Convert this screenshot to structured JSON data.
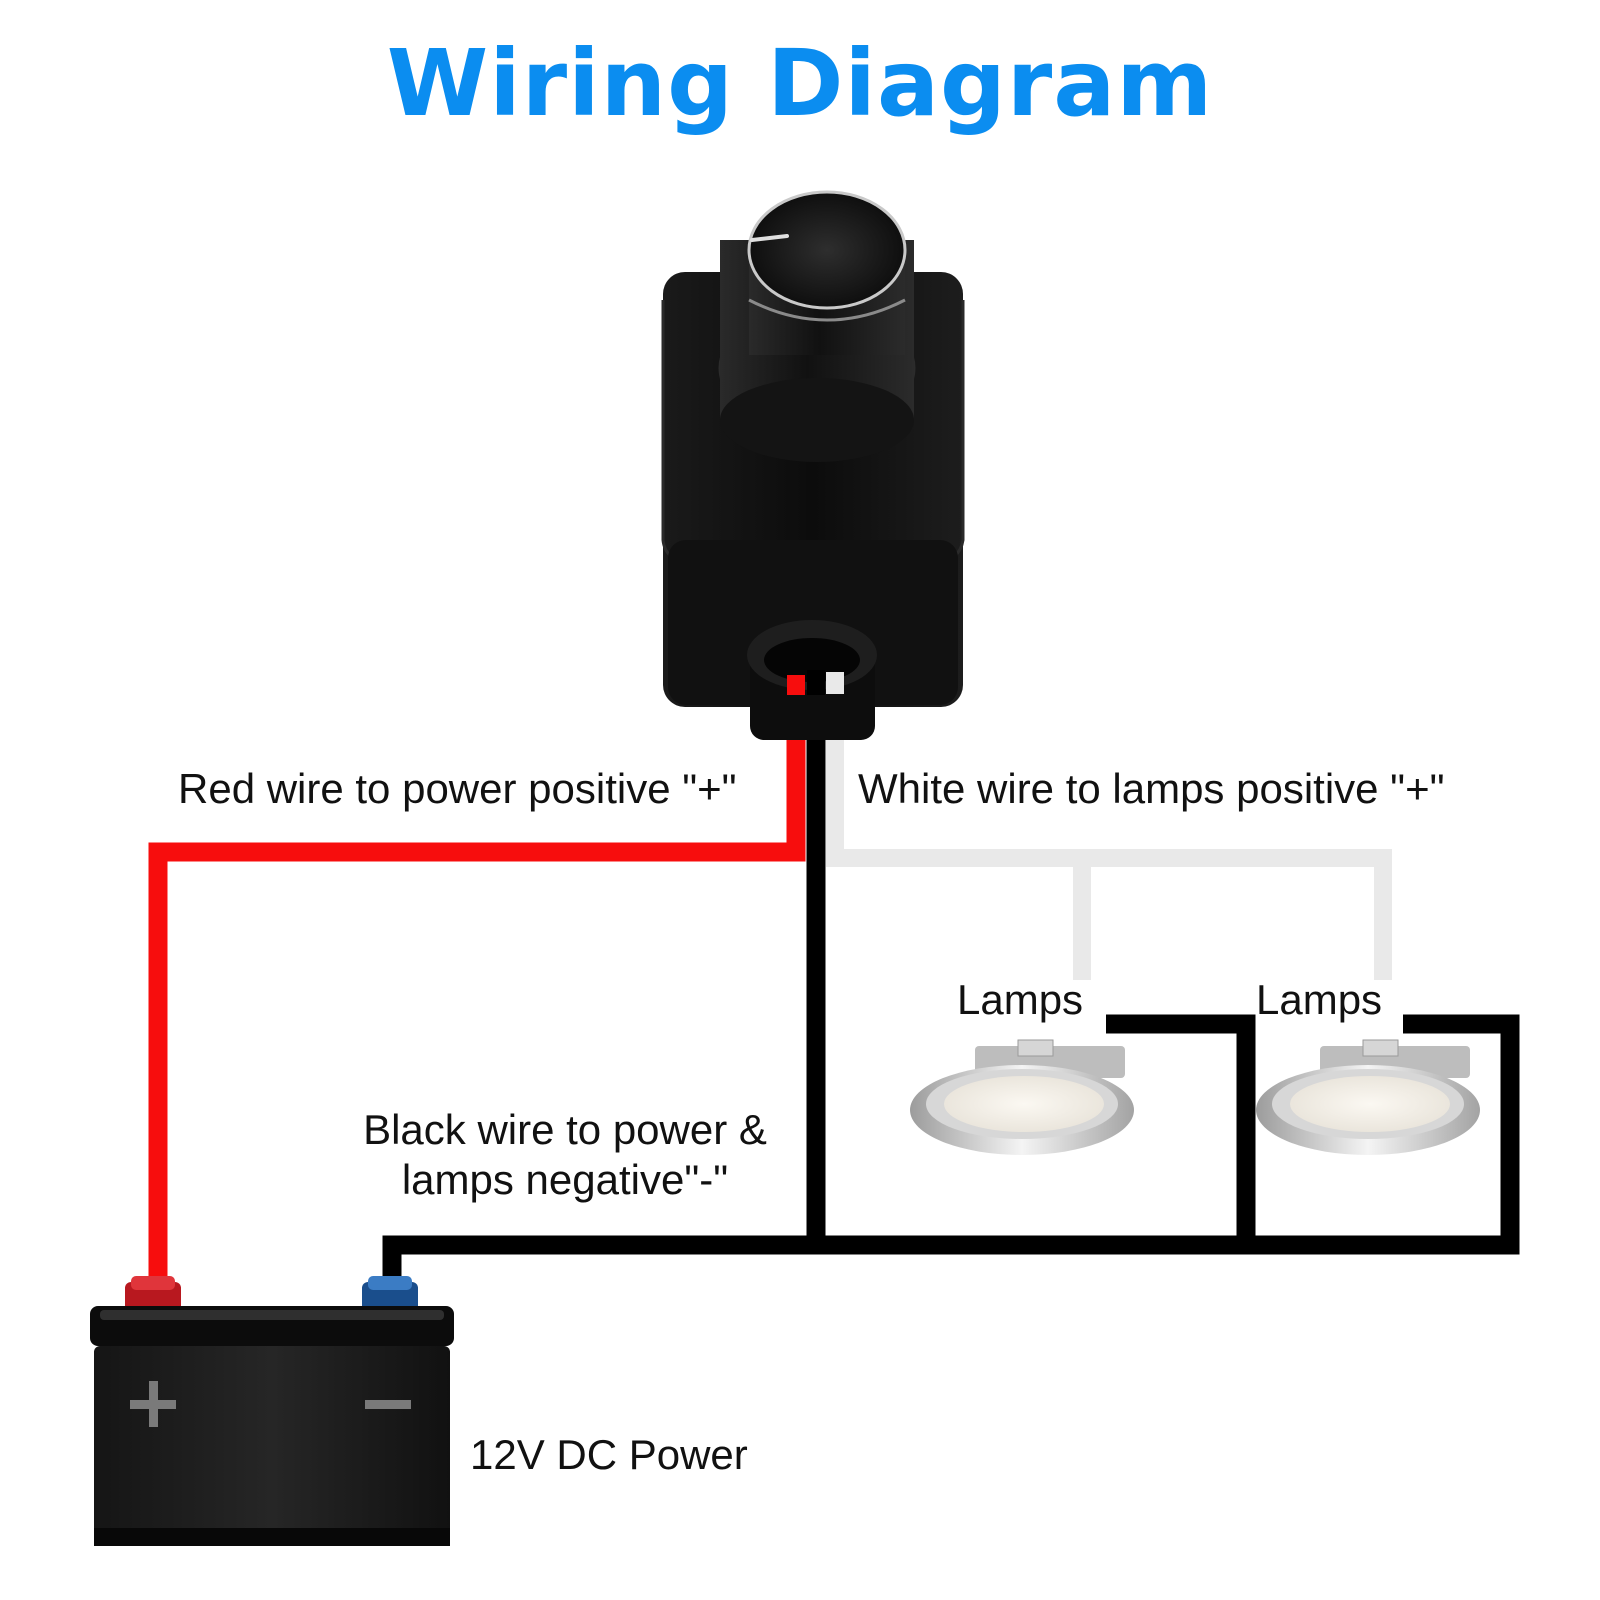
{
  "title": "Wiring Diagram",
  "labels": {
    "red_wire": "Red wire to power positive \"+\"",
    "white_wire": "White wire to lamps positive \"+\"",
    "lamp_1": "Lamps",
    "lamp_2": "Lamps",
    "black_wire_line1": "Black wire to power &",
    "black_wire_line2": "lamps negative\"-\"",
    "power": "12V DC Power"
  },
  "colors": {
    "title": "#0b8df0",
    "red_wire": "#f70d0d",
    "white_wire": "#e9e9e9",
    "black_wire": "#000000",
    "positive_terminal": "#d4202a",
    "negative_terminal": "#1f5fa8"
  },
  "icons": {
    "dimmer": "rotary-dimmer-switch-icon",
    "lamp": "puck-lamp-icon",
    "battery": "battery-icon"
  }
}
